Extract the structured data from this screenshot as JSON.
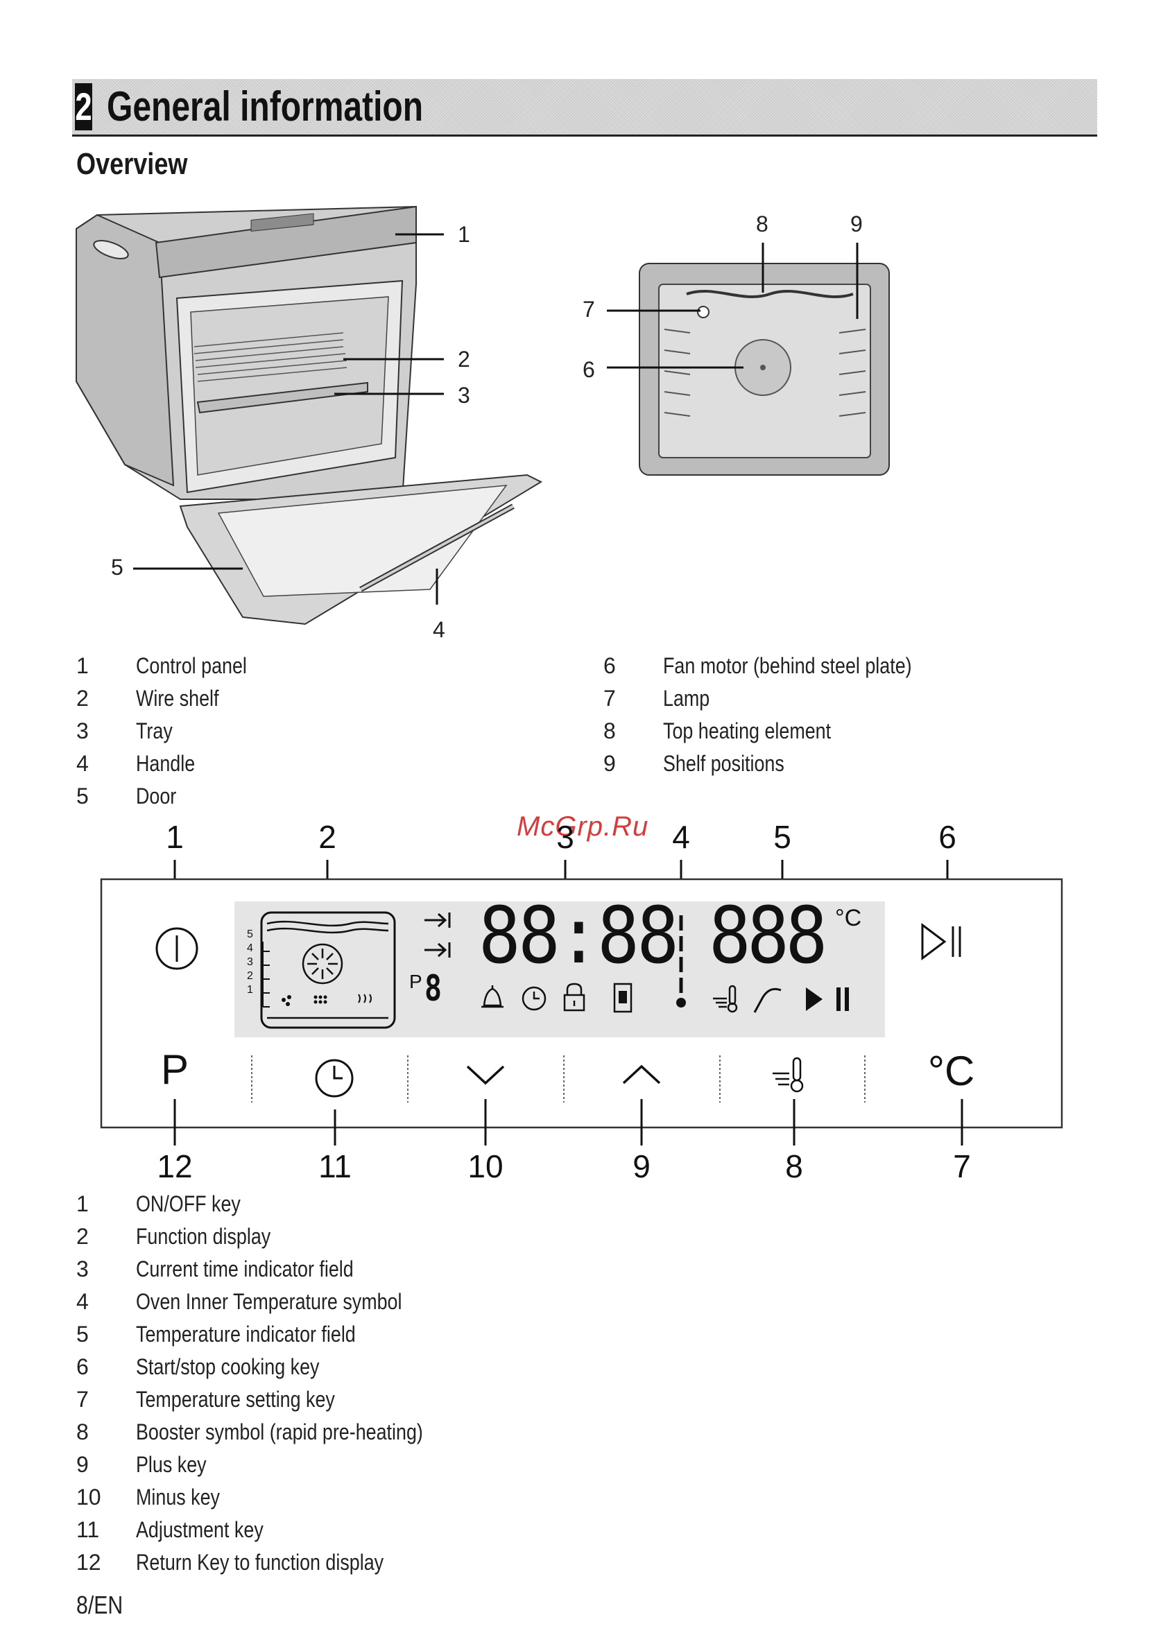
{
  "header": {
    "chapter_number": "2",
    "title": "General information"
  },
  "section": {
    "title": "Overview"
  },
  "oven_callouts": [
    "1",
    "2",
    "3",
    "4",
    "5"
  ],
  "interior_callouts": [
    "6",
    "7",
    "8",
    "9"
  ],
  "oven_legend": [
    {
      "num": "1",
      "label": "Control panel"
    },
    {
      "num": "2",
      "label": "Wire shelf"
    },
    {
      "num": "3",
      "label": "Tray"
    },
    {
      "num": "4",
      "label": "Handle"
    },
    {
      "num": "5",
      "label": "Door"
    },
    {
      "num": "6",
      "label": "Fan motor (behind steel plate)"
    },
    {
      "num": "7",
      "label": "Lamp"
    },
    {
      "num": "8",
      "label": "Top heating element"
    },
    {
      "num": "9",
      "label": "Shelf positions"
    }
  ],
  "panel": {
    "top_numbers": [
      "1",
      "2",
      "3",
      "4",
      "5",
      "6"
    ],
    "bottom_numbers": [
      "12",
      "11",
      "10",
      "9",
      "8",
      "7"
    ],
    "time_digits": "88:88",
    "temp_digits": "888",
    "unit": "°C",
    "program_prefix": "P",
    "program_digit": "8",
    "shelf_levels": [
      "5",
      "4",
      "3",
      "2",
      "1"
    ],
    "key_p_label": "P",
    "key_celsius_label": "°C"
  },
  "panel_legend": [
    {
      "num": "1",
      "label": "ON/OFF key"
    },
    {
      "num": "2",
      "label": "Function display"
    },
    {
      "num": "3",
      "label": "Current time indicator field"
    },
    {
      "num": "4",
      "label": "Oven Inner Temperature symbol"
    },
    {
      "num": "5",
      "label": "Temperature indicator field"
    },
    {
      "num": "6",
      "label": "Start/stop cooking key"
    },
    {
      "num": "7",
      "label": "Temperature setting key"
    },
    {
      "num": "8",
      "label": "Booster symbol (rapid pre-heating)"
    },
    {
      "num": "9",
      "label": "Plus key"
    },
    {
      "num": "10",
      "label": "Minus key"
    },
    {
      "num": "11",
      "label": "Adjustment key"
    },
    {
      "num": "12",
      "label": "Return Key to function display"
    }
  ],
  "footer": {
    "page": "8/EN"
  },
  "watermark": "McGrp.Ru"
}
